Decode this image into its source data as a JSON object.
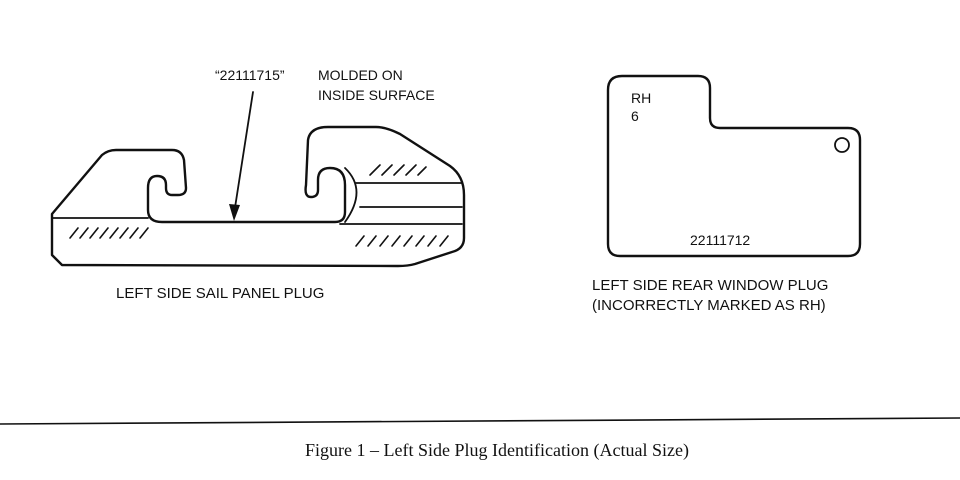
{
  "sail_plug": {
    "part_number_callout": "“22111715”",
    "molded_note_line1": "MOLDED ON",
    "molded_note_line2": "INSIDE SURFACE",
    "caption": "LEFT SIDE SAIL PANEL PLUG"
  },
  "window_plug": {
    "marking_rh": "RH",
    "marking_6": "6",
    "part_number": "22111712",
    "caption_line1": "LEFT SIDE REAR WINDOW PLUG",
    "caption_line2": "(INCORRECTLY MARKED AS RH)"
  },
  "figure_caption": "Figure 1 – Left Side Plug Identification (Actual Size)"
}
